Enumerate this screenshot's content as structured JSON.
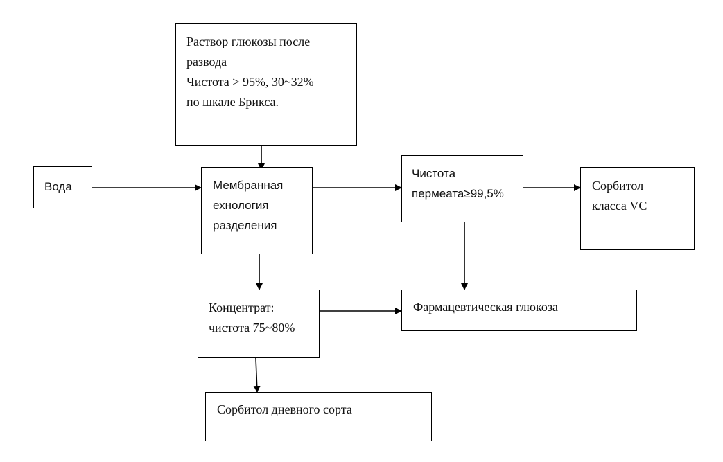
{
  "diagram": {
    "nodes": {
      "glucose_solution": {
        "lines": [
          "Раствор глюкозы после",
          "развода",
          "Чистота > 95%, 30~32%",
          "по шкале Брикса."
        ]
      },
      "water": {
        "lines": [
          "Вода"
        ]
      },
      "membrane": {
        "lines": [
          "Мембранная",
          "ехнология",
          "разделения"
        ]
      },
      "permeate": {
        "lines": [
          "Чистота",
          "пермеата≥99,5%"
        ]
      },
      "sorbitol_vc": {
        "lines": [
          "Сорбитол",
          "класса VC"
        ]
      },
      "concentrate": {
        "lines": [
          "Концентрат:",
          "чистота 75~80%"
        ]
      },
      "pharma_glucose": {
        "lines": [
          "Фармацевтическая глюкоза"
        ]
      },
      "sorbitol_daily": {
        "lines": [
          "Сорбитол дневного сорта"
        ]
      }
    },
    "edges": [
      {
        "from": "glucose_solution",
        "to": "membrane"
      },
      {
        "from": "water",
        "to": "membrane"
      },
      {
        "from": "membrane",
        "to": "permeate"
      },
      {
        "from": "permeate",
        "to": "sorbitol_vc"
      },
      {
        "from": "membrane",
        "to": "concentrate"
      },
      {
        "from": "permeate",
        "to": "pharma_glucose"
      },
      {
        "from": "concentrate",
        "to": "pharma_glucose"
      },
      {
        "from": "concentrate",
        "to": "sorbitol_daily"
      }
    ],
    "colors": {
      "stroke": "#000000",
      "text": "#111111",
      "background": "#ffffff"
    }
  }
}
